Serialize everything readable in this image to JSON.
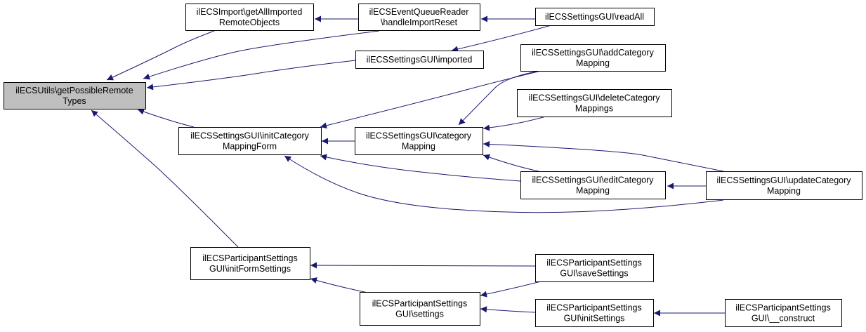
{
  "colors": {
    "edge": "#191970",
    "node_border": "#000000",
    "node_fill": "#ffffff",
    "root_fill": "#bfbfbf"
  },
  "nodes": [
    {
      "id": "root",
      "lines": [
        "ilECSUtils\\getPossibleRemote",
        "Types"
      ],
      "root": true
    },
    {
      "id": "import",
      "lines": [
        "ilECSImport\\getAllImported",
        "RemoteObjects"
      ]
    },
    {
      "id": "queue",
      "lines": [
        "ilECSEventQueueReader",
        "\\handleImportReset"
      ]
    },
    {
      "id": "readall",
      "lines": [
        "ilECSSettingsGUI\\readAll"
      ]
    },
    {
      "id": "imported",
      "lines": [
        "ilECSSettingsGUI\\imported"
      ]
    },
    {
      "id": "initcat",
      "lines": [
        "ilECSSettingsGUI\\initCategory",
        "MappingForm"
      ]
    },
    {
      "id": "catmap",
      "lines": [
        "ilECSSettingsGUI\\category",
        "Mapping"
      ]
    },
    {
      "id": "addcat",
      "lines": [
        "ilECSSettingsGUI\\addCategory",
        "Mapping"
      ]
    },
    {
      "id": "delcat",
      "lines": [
        "ilECSSettingsGUI\\deleteCategory",
        "Mappings"
      ]
    },
    {
      "id": "editcat",
      "lines": [
        "ilECSSettingsGUI\\editCategory",
        "Mapping"
      ]
    },
    {
      "id": "updcat",
      "lines": [
        "ilECSSettingsGUI\\updateCategory",
        "Mapping"
      ]
    },
    {
      "id": "partform",
      "lines": [
        "ilECSParticipantSettings",
        "GUI\\initFormSettings"
      ]
    },
    {
      "id": "partsave",
      "lines": [
        "ilECSParticipantSettings",
        "GUI\\saveSettings"
      ]
    },
    {
      "id": "partsettings",
      "lines": [
        "ilECSParticipantSettings",
        "GUI\\settings"
      ]
    },
    {
      "id": "partinit",
      "lines": [
        "ilECSParticipantSettings",
        "GUI\\initSettings"
      ]
    },
    {
      "id": "partconstruct",
      "lines": [
        "ilECSParticipantSettings",
        "GUI\\__construct"
      ]
    }
  ],
  "edges": [
    {
      "from": "import",
      "to": "root"
    },
    {
      "from": "queue",
      "to": "root"
    },
    {
      "from": "imported",
      "to": "root"
    },
    {
      "from": "initcat",
      "to": "root"
    },
    {
      "from": "partform",
      "to": "root"
    },
    {
      "from": "queue",
      "to": "import"
    },
    {
      "from": "readall",
      "to": "queue"
    },
    {
      "from": "readall",
      "to": "imported"
    },
    {
      "from": "addcat",
      "to": "initcat"
    },
    {
      "from": "catmap",
      "to": "initcat"
    },
    {
      "from": "editcat",
      "to": "initcat"
    },
    {
      "from": "updcat",
      "to": "initcat"
    },
    {
      "from": "addcat",
      "to": "catmap"
    },
    {
      "from": "delcat",
      "to": "catmap"
    },
    {
      "from": "editcat",
      "to": "catmap"
    },
    {
      "from": "updcat",
      "to": "catmap"
    },
    {
      "from": "updcat",
      "to": "editcat"
    },
    {
      "from": "partsave",
      "to": "partform"
    },
    {
      "from": "partsettings",
      "to": "partform"
    },
    {
      "from": "partsave",
      "to": "partsettings"
    },
    {
      "from": "partinit",
      "to": "partsettings"
    },
    {
      "from": "partconstruct",
      "to": "partinit"
    }
  ]
}
